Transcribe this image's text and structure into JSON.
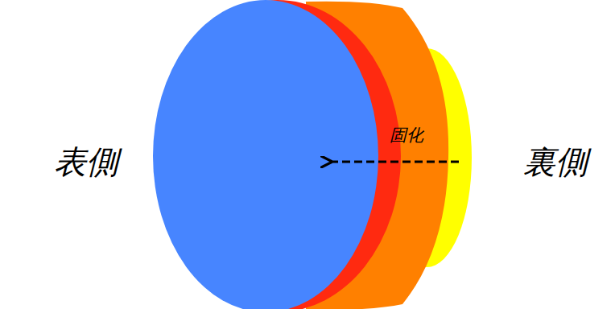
{
  "diagram": {
    "labels": [
      "表側",
      "固化",
      "裏側"
    ]
  }
}
